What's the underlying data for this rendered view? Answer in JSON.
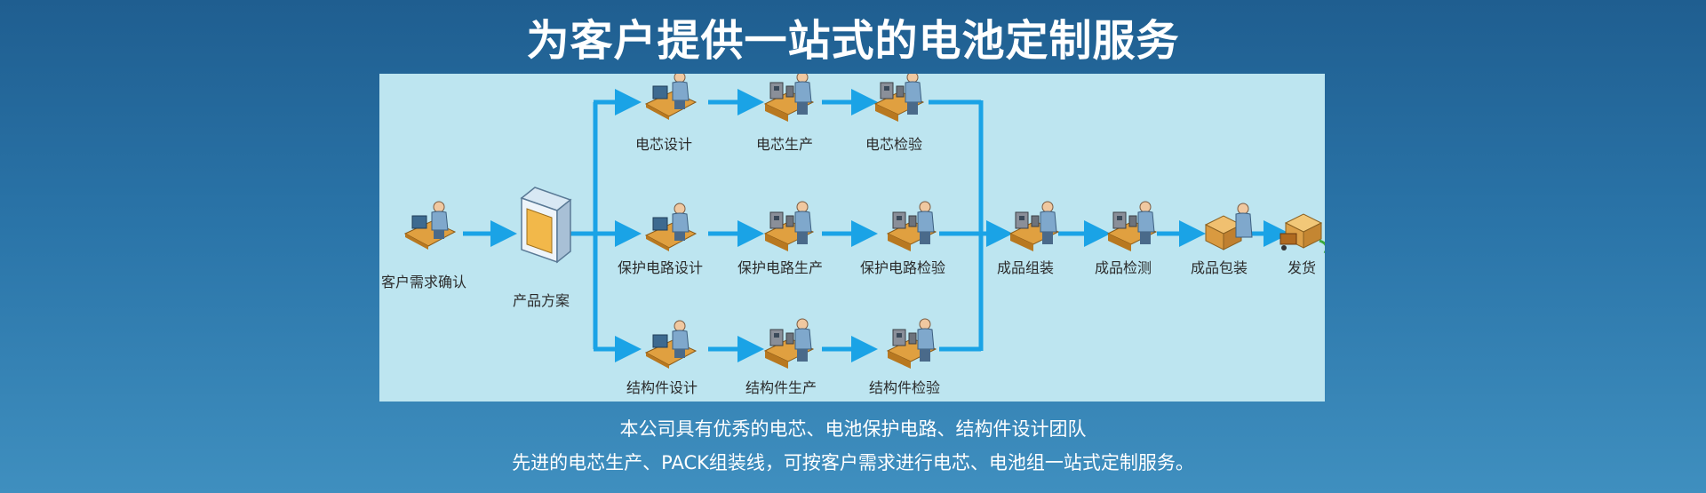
{
  "title": "为客户提供一站式的电池定制服务",
  "diagram": {
    "nodes": {
      "customer": "客户需求确认",
      "plan": "产品方案",
      "cell_design": "电芯设计",
      "cell_production": "电芯生产",
      "cell_inspection": "电芯检验",
      "pcb_design": "保护电路设计",
      "pcb_production": "保护电路生产",
      "pcb_inspection": "保护电路检验",
      "struct_design": "结构件设计",
      "struct_production": "结构件生产",
      "struct_inspection": "结构件检验",
      "assembly": "成品组装",
      "final_inspection": "成品检测",
      "packaging": "成品包装",
      "shipping": "发货"
    },
    "colors": {
      "panel_bg": "#bde5f0",
      "arrow": "#1aa3e6"
    }
  },
  "caption": {
    "line1": "本公司具有优秀的电芯、电池保护电路、结构件设计团队",
    "line2": "先进的电芯生产、PACK组装线，可按客户需求进行电芯、电池组一站式定制服务。"
  }
}
